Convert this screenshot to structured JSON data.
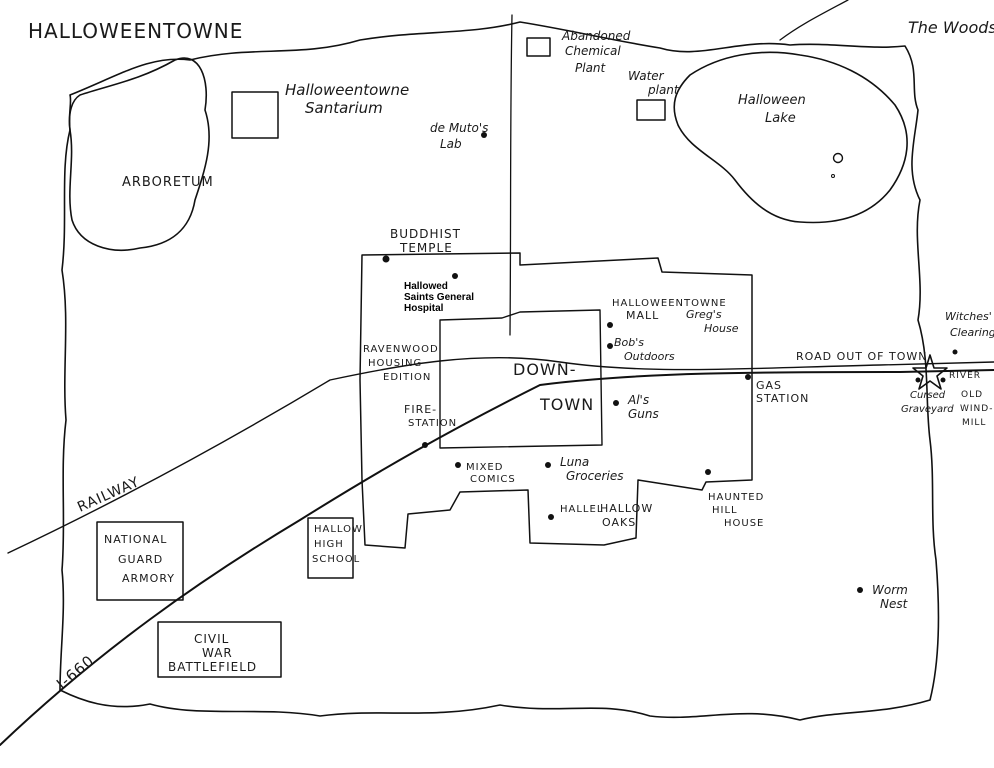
{
  "title": "HALLOWEENTOWNE",
  "corner_label": "The Woods",
  "areas": {
    "arboretum": "ARBORETUM",
    "lake": [
      "Halloween",
      "Lake"
    ],
    "downtown": [
      "DOWN-",
      "TOWN"
    ],
    "santarium": [
      "Halloweentowne",
      "Santarium"
    ],
    "chemical_plant": [
      "Abandoned",
      "Chemical",
      "Plant"
    ],
    "water_plant": [
      "Water",
      "plant"
    ]
  },
  "roads": {
    "railway": "RAILWAY",
    "interstate": "I-660",
    "road_out": "ROAD OUT OF TOWN"
  },
  "places": {
    "demutos_lab": [
      "de Muto's",
      "Lab"
    ],
    "buddhist_temple": [
      "BUDDHIST",
      "TEMPLE"
    ],
    "hospital": [
      "Hallowed",
      "Saints General",
      "Hospital"
    ],
    "ravenwood": [
      "RAVENWOOD",
      "HOUSING",
      "EDITION"
    ],
    "fire_station": [
      "FIRE-",
      "STATION"
    ],
    "mall": [
      "HALLOWEENTOWNE",
      "MALL"
    ],
    "gregs_house": [
      "Greg's",
      "House"
    ],
    "bobs_outdoors": [
      "Bob's",
      "Outdoors"
    ],
    "als_guns": [
      "Al's",
      "Guns"
    ],
    "gas_station": [
      "GAS",
      "STATION"
    ],
    "mixed_comics": [
      "MIXED",
      "COMICS"
    ],
    "luna_groceries": [
      "Luna",
      "Groceries"
    ],
    "hallel": "HALLEL",
    "hallow_oaks": [
      "HALLOW",
      "OAKS"
    ],
    "haunted_hill": [
      "HAUNTED",
      "HILL",
      "HOUSE"
    ],
    "high_school": [
      "HALLOW",
      "HIGH",
      "SCHOOL"
    ],
    "armory": [
      "NATIONAL",
      "GUARD",
      "ARMORY"
    ],
    "battlefield": [
      "CIVIL",
      "WAR",
      "BATTLEFIELD"
    ],
    "witches_clearing": [
      "Witches'",
      "Clearing"
    ],
    "cursed_graveyard": [
      "Cursed",
      "Graveyard"
    ],
    "river": "RIVER",
    "windmill": [
      "OLD",
      "WIND-",
      "MILL"
    ],
    "worm_nest": [
      "Worm",
      "Nest"
    ]
  }
}
